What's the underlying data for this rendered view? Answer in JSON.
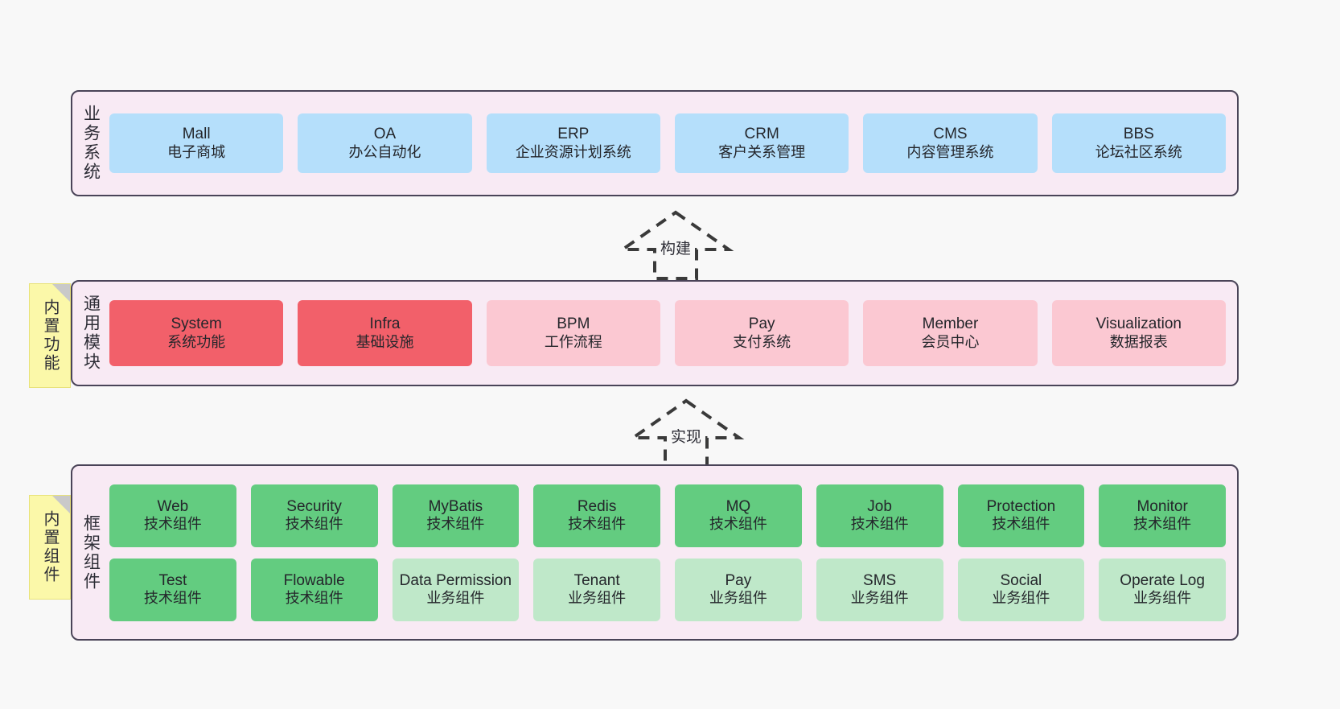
{
  "canvas": {
    "background": "#f8f8f8",
    "panel_fill": "#f8eaf4",
    "panel_border": "#4a4458",
    "note_fill": "#fbf8a9"
  },
  "layers": [
    {
      "id": "business",
      "title": "业务系统",
      "card_color": "#b5dffb",
      "rows": [
        {
          "cards": [
            {
              "en": "Mall",
              "cn": "电子商城"
            },
            {
              "en": "OA",
              "cn": "办公自动化"
            },
            {
              "en": "ERP",
              "cn": "企业资源计划系统"
            },
            {
              "en": "CRM",
              "cn": "客户关系管理"
            },
            {
              "en": "CMS",
              "cn": "内容管理系统"
            },
            {
              "en": "BBS",
              "cn": "论坛社区系统"
            }
          ]
        }
      ]
    },
    {
      "id": "modules",
      "title": "通用模块",
      "rows": [
        {
          "cards": [
            {
              "en": "System",
              "cn": "系统功能",
              "color": "#f2606a"
            },
            {
              "en": "Infra",
              "cn": "基础设施",
              "color": "#f2606a"
            },
            {
              "en": "BPM",
              "cn": "工作流程",
              "color": "#fbc8d2"
            },
            {
              "en": "Pay",
              "cn": "支付系统",
              "color": "#fbc8d2"
            },
            {
              "en": "Member",
              "cn": "会员中心",
              "color": "#fbc8d2"
            },
            {
              "en": "Visualization",
              "cn": "数据报表",
              "color": "#fbc8d2"
            }
          ]
        }
      ]
    },
    {
      "id": "framework",
      "title": "框架组件",
      "rows": [
        {
          "cards": [
            {
              "en": "Web",
              "cn": "技术组件",
              "color": "#63cc80"
            },
            {
              "en": "Security",
              "cn": "技术组件",
              "color": "#63cc80"
            },
            {
              "en": "MyBatis",
              "cn": "技术组件",
              "color": "#63cc80"
            },
            {
              "en": "Redis",
              "cn": "技术组件",
              "color": "#63cc80"
            },
            {
              "en": "MQ",
              "cn": "技术组件",
              "color": "#63cc80"
            },
            {
              "en": "Job",
              "cn": "技术组件",
              "color": "#63cc80"
            },
            {
              "en": "Protection",
              "cn": "技术组件",
              "color": "#63cc80"
            },
            {
              "en": "Monitor",
              "cn": "技术组件",
              "color": "#63cc80"
            }
          ]
        },
        {
          "cards": [
            {
              "en": "Test",
              "cn": "技术组件",
              "color": "#63cc80"
            },
            {
              "en": "Flowable",
              "cn": "技术组件",
              "color": "#63cc80"
            },
            {
              "en": "Data Permission",
              "cn": "业务组件",
              "color": "#bfe8c9"
            },
            {
              "en": "Tenant",
              "cn": "业务组件",
              "color": "#bfe8c9"
            },
            {
              "en": "Pay",
              "cn": "业务组件",
              "color": "#bfe8c9"
            },
            {
              "en": "SMS",
              "cn": "业务组件",
              "color": "#bfe8c9"
            },
            {
              "en": "Social",
              "cn": "业务组件",
              "color": "#bfe8c9"
            },
            {
              "en": "Operate Log",
              "cn": "业务组件",
              "color": "#bfe8c9"
            }
          ]
        }
      ]
    }
  ],
  "notes": [
    {
      "id": "functions",
      "label": "内置功能"
    },
    {
      "id": "components",
      "label": "内置组件"
    }
  ],
  "arrows": [
    {
      "id": "build",
      "label": "构建"
    },
    {
      "id": "realize",
      "label": "实现"
    }
  ]
}
